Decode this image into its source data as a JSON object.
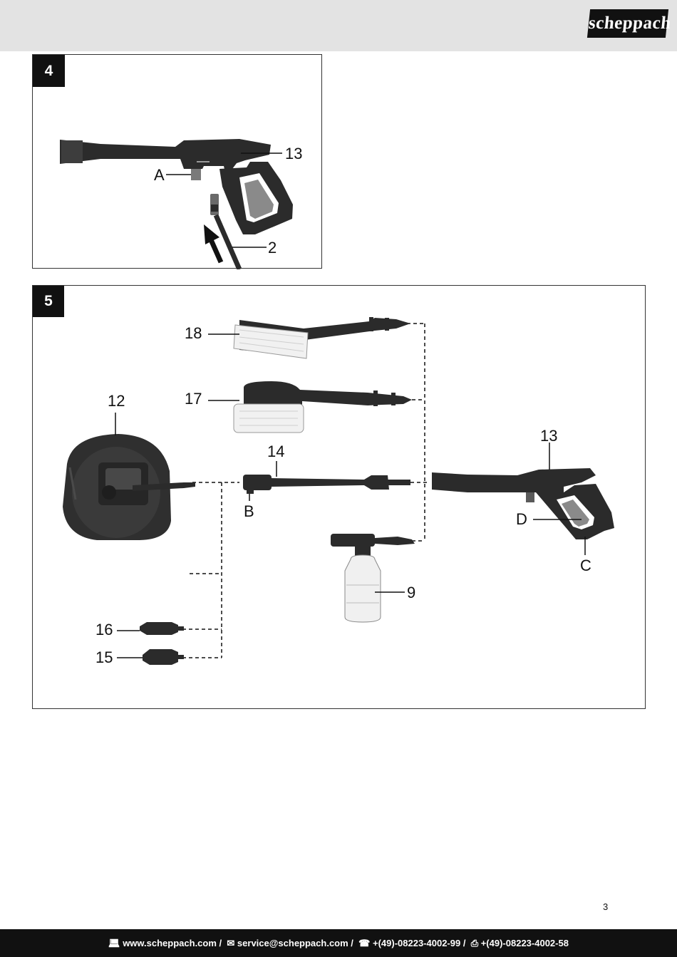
{
  "brand": {
    "logo_text": "scheppach"
  },
  "figure4": {
    "number": "4",
    "labels": {
      "gun": "13",
      "a": "A",
      "hose": "2"
    }
  },
  "figure5": {
    "number": "5",
    "labels": {
      "brush_flat": "18",
      "brush_rotary": "17",
      "patio_cleaner": "12",
      "lance": "14",
      "b": "B",
      "gun": "13",
      "d": "D",
      "c": "C",
      "foam_bottle": "9",
      "nozzle16": "16",
      "nozzle15": "15"
    }
  },
  "page_number": "3",
  "footer": {
    "web_icon": "computer-icon",
    "web": "www.scheppach.com",
    "sep": " / ",
    "mail_icon": "mail-icon",
    "email": "service@scheppach.com",
    "phone_icon": "phone-icon",
    "phone": "+(49)-08223-4002-99",
    "fax_icon": "fax-icon",
    "fax": "+(49)-08223-4002-58"
  }
}
